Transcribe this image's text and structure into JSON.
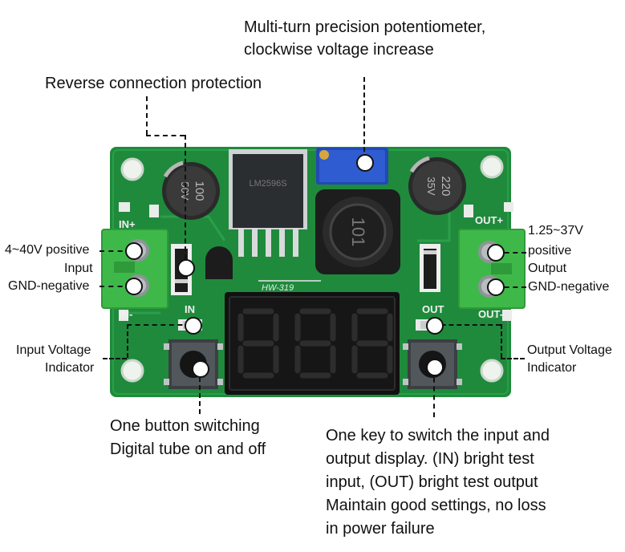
{
  "annotations": {
    "potentiometer": [
      "Multi-turn precision potentiometer,",
      "clockwise voltage increase"
    ],
    "reverse_protection": "Reverse connection protection",
    "input_positive": "4~40V positive",
    "input": "Input",
    "input_gnd": "GND-negative",
    "output_range": "1.25~37V",
    "output_positive": "positive",
    "output": "Output",
    "output_gnd": "GND-negative",
    "input_indicator": [
      "Input Voltage",
      "Indicator"
    ],
    "output_indicator": [
      "Output Voltage",
      "Indicator"
    ],
    "button_left": [
      "One button switching",
      "Digital tube on and off"
    ],
    "button_right": [
      "One key to switch the input and",
      "output display. (IN) bright test",
      "input, (OUT) bright test output",
      "Maintain good settings, no loss",
      "in power failure"
    ]
  },
  "board_markings": {
    "model": "HW-319",
    "in_plus": "IN+",
    "in_minus": "IN-",
    "out_plus": "OUT+",
    "out_minus": "OUT-",
    "in_led": "IN",
    "out_led": "OUT",
    "cap_left": [
      "100",
      "50V"
    ],
    "cap_right": [
      "220",
      "35V"
    ],
    "inductor": "101",
    "display": "888"
  },
  "colors": {
    "pcb": "#1f8a3c",
    "terminal": "#3fb84a",
    "display": "#111111",
    "segment": "#2a2a2a"
  }
}
